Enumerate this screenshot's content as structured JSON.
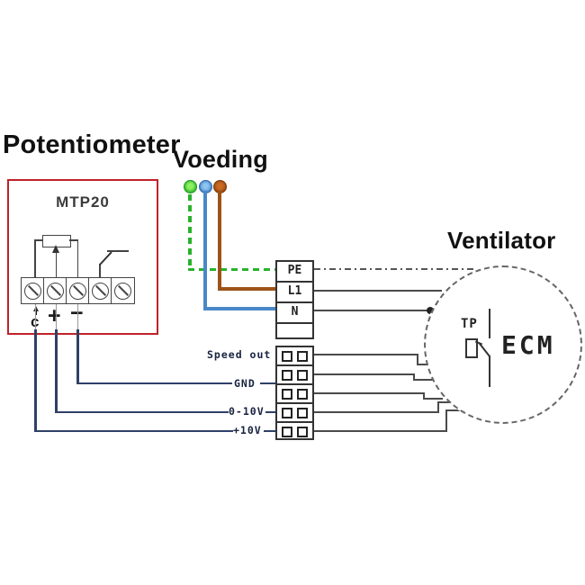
{
  "titles": {
    "potentiometer": "Potentiometer",
    "voeding": "Voeding",
    "ventilator": "Ventilator"
  },
  "potentiometer": {
    "model": "MTP20",
    "terminal_symbols": {
      "wiper": "c",
      "plus": "+",
      "minus": "−"
    }
  },
  "power_terminal_block": {
    "cells": [
      "PE",
      "L1",
      "N",
      ""
    ]
  },
  "signal_connector": {
    "rows": [
      {
        "label": "Speed out"
      },
      {
        "label": "GND"
      },
      {
        "label": ""
      },
      {
        "label": "0-10V"
      },
      {
        "label": "+10V"
      }
    ]
  },
  "ventilator": {
    "tp_label": "TP",
    "motor_label": "ECM"
  },
  "colors": {
    "box_red": "#bf2329",
    "wire_green": "#28b22c",
    "wire_blue": "#4a87c7",
    "wire_brown": "#9c5318",
    "wire_navy": "#2f4068",
    "wire_gray": "#4a4a4a"
  }
}
